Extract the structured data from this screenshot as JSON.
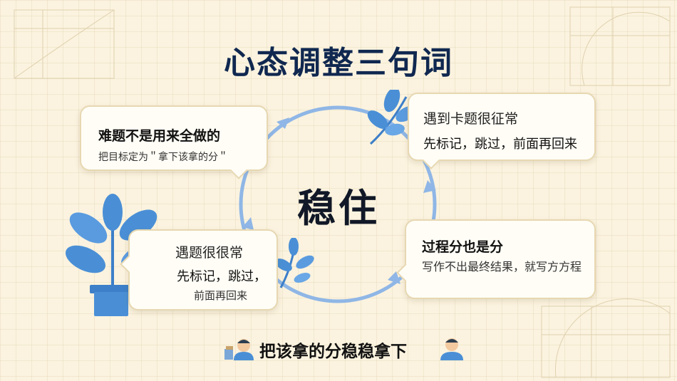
{
  "title": "心态调整三句词",
  "center": "稳住",
  "cards": {
    "top_left": {
      "heading": "难题不是用来全做的",
      "sub": "把目标定为＂拿下该拿的分＂"
    },
    "top_right": {
      "heading": "遇到卡题很征常",
      "sub": "先标记，跳过，前面再回来"
    },
    "bottom_left": {
      "heading": "遇题很很常",
      "sub1": "先标记，跳过，",
      "sub2": "前面再回来"
    },
    "bottom_right": {
      "heading": "过程分也是分",
      "sub": "写作不出最终结果，就写方方程"
    }
  },
  "footer": {
    "text": "把该拿的分稳稳拿下"
  },
  "colors": {
    "title": "#102850",
    "ring": "#8fb6e6",
    "leaf": "#4a8fd6",
    "card_border": "#e7d8b2"
  }
}
